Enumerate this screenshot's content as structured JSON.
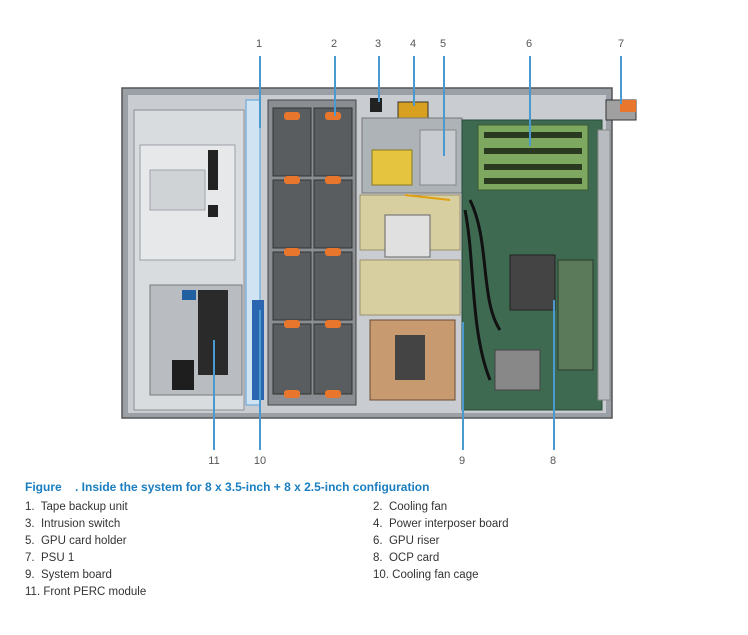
{
  "figure": {
    "caption": "Figure    . Inside the system for 8 x 3.5-inch + 8 x 2.5-inch configuration",
    "callouts_top": [
      "1",
      "2",
      "3",
      "4",
      "5",
      "6",
      "7"
    ],
    "callouts_bottom": [
      "11",
      "10",
      "9",
      "8"
    ],
    "legend": [
      {
        "text": "1.  Tape backup unit"
      },
      {
        "text": "2.  Cooling fan"
      },
      {
        "text": "3.  Intrusion switch"
      },
      {
        "text": "4.  Power interposer board"
      },
      {
        "text": "5.  GPU card holder"
      },
      {
        "text": "6.  GPU riser"
      },
      {
        "text": "7.  PSU 1"
      },
      {
        "text": "8.  OCP card"
      },
      {
        "text": "9.  System board"
      },
      {
        "text": "10. Cooling fan cage"
      },
      {
        "text": "11. Front PERC module"
      }
    ]
  }
}
